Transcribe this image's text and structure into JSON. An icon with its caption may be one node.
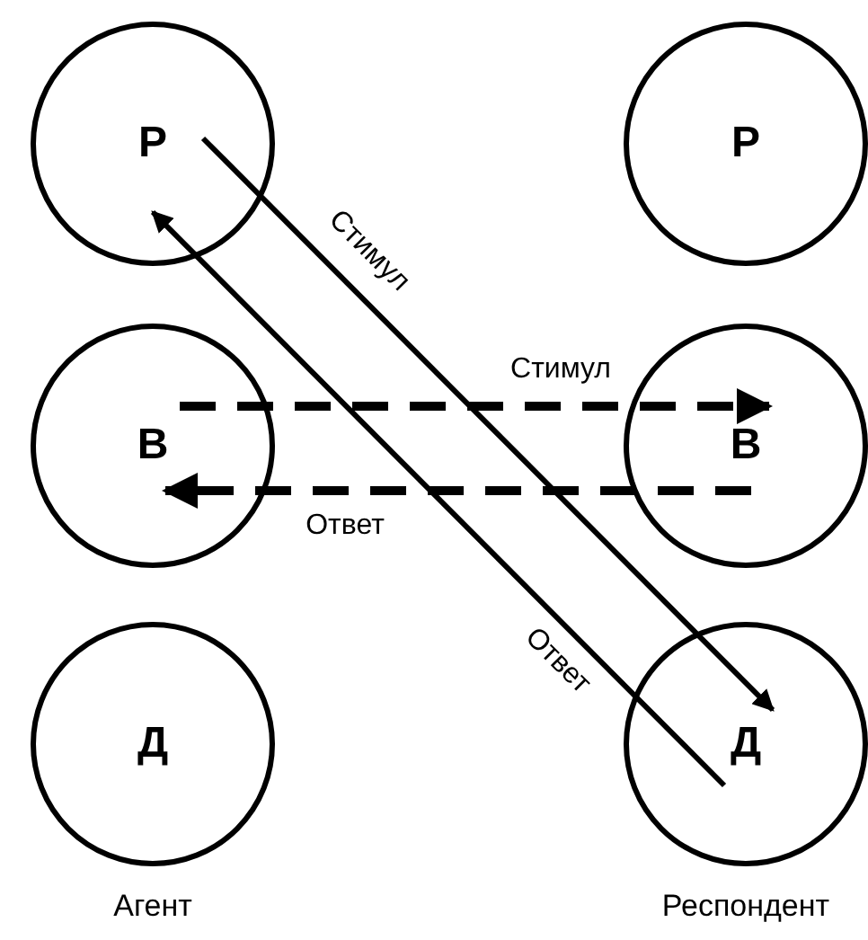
{
  "diagram": {
    "nodes": [
      {
        "text": [
          "Р"
        ]
      },
      {
        "text": [
          "Р"
        ]
      },
      {
        "text": [
          "В"
        ]
      },
      {
        "text": [
          "В"
        ]
      },
      {
        "text": [
          "Д"
        ],
        "beside": [
          "Агент"
        ]
      },
      {
        "text": [
          "Д"
        ],
        "beside": [
          "Респондент"
        ]
      }
    ],
    "edges": [
      {
        "from": 0,
        "to": 5,
        "arrow": "to",
        "label": "Стимул"
      },
      {
        "from": 5,
        "to": 0,
        "arrow": "to",
        "label": "Ответ"
      },
      {
        "from": 2,
        "to": 3,
        "arrow": "to",
        "label": "Стимул",
        "style": "dashed"
      },
      {
        "from": 3,
        "to": 2,
        "arrow": "to",
        "label": "Ответ",
        "style": "dashed"
      }
    ]
  }
}
